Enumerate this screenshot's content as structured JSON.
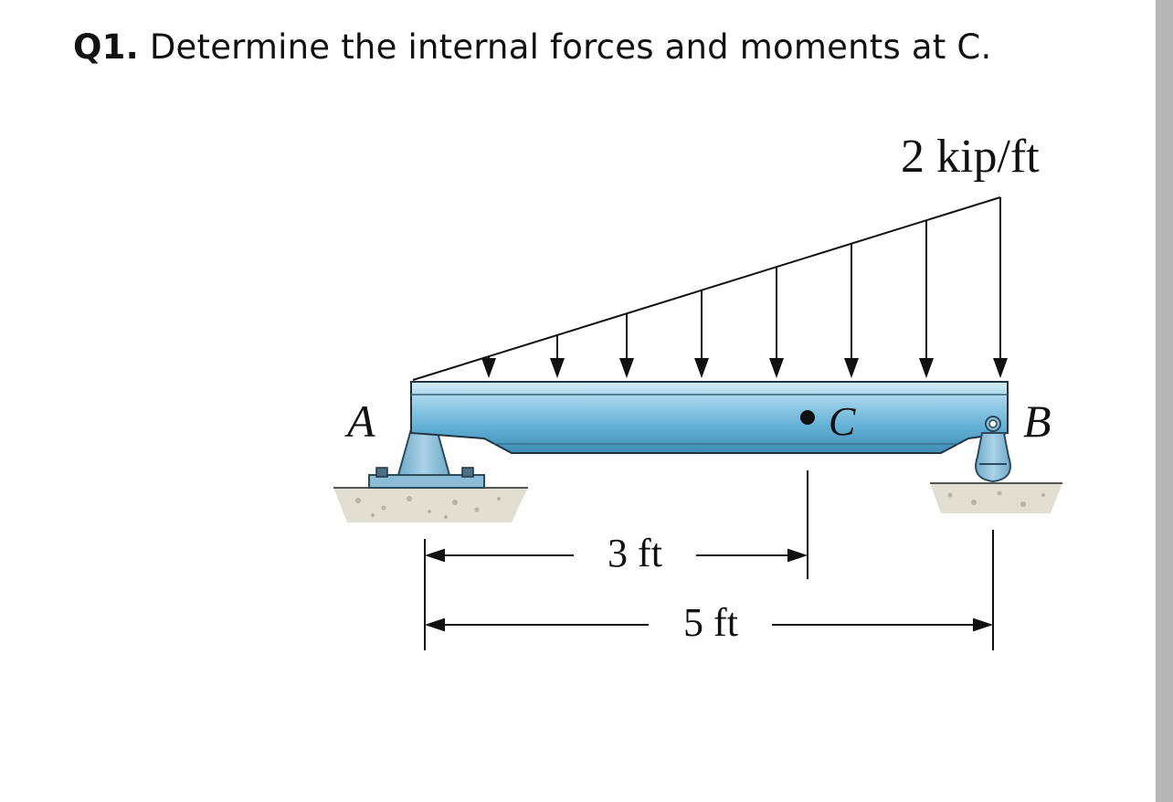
{
  "question": {
    "number": "Q1.",
    "text": "Determine the internal forces and moments at C."
  },
  "diagram": {
    "load_label": "2 kip/ft",
    "point_labels": {
      "a": "A",
      "b": "B",
      "c": "C"
    },
    "dimensions": {
      "ac": "3 ft",
      "ab": "5 ft"
    }
  },
  "colors": {
    "beam_top": "#cfe6f2",
    "beam_mid": "#7fc0df",
    "beam_dark": "#3f8db5",
    "support": "#8cbcd6",
    "ground": "#d9d6c8"
  }
}
